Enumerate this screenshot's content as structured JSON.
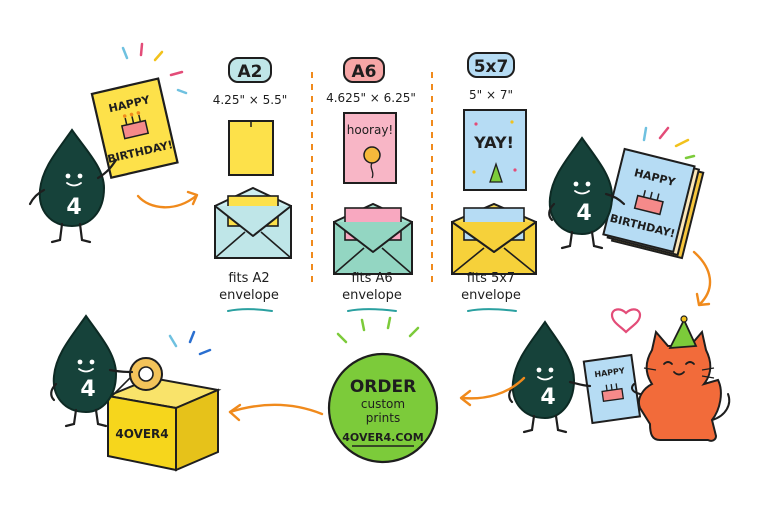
{
  "sizes": [
    {
      "name": "A2",
      "dims": "4.25\" × 5.5\"",
      "fits": "fits A2",
      "envelope": "envelope",
      "badge_color": "#bfe6e8"
    },
    {
      "name": "A6",
      "dims": "4.625\" × 6.25\"",
      "fits": "fits A6",
      "envelope": "envelope",
      "badge_color": "#f6a6a6"
    },
    {
      "name": "5x7",
      "dims": "5\" × 7\"",
      "fits": "fits 5x7",
      "envelope": "envelope",
      "badge_color": "#b6dcf4"
    }
  ],
  "cards": {
    "birthday_happy": "HAPPY",
    "birthday_birthday": "BIRTHDAY!",
    "hooray": "hooray!",
    "yay": "YAY!",
    "small_happy": "HAPPY"
  },
  "cta": {
    "line1": "ORDER",
    "line2": "custom",
    "line3": "prints",
    "url": "4OVER4.COM",
    "color": "#7ccb3a"
  },
  "mascot": {
    "number": "4",
    "color": "#16423a"
  },
  "box": {
    "label": "4OVER4",
    "color": "#f6d61c"
  },
  "colors": {
    "arrow": "#f08a1c",
    "divider": "#f08a1c",
    "ink": "#1e1e1e"
  }
}
